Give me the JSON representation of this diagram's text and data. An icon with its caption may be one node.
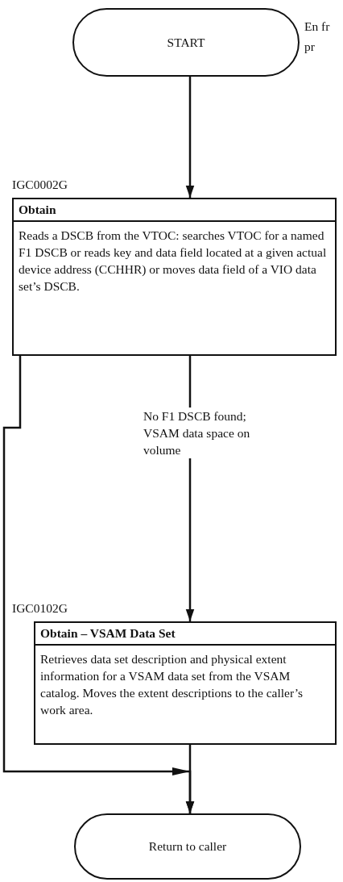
{
  "diagram": {
    "nodes": [
      {
        "text": [
          "START"
        ]
      },
      {
        "text": [
          "Obtain",
          "Reads a DSCB from the VTOC: searches VTOC for a named F1 DSCB or reads key and data field located at a given actual device address (CCHHR) or moves data field of a VIO data set’s DSCB."
        ],
        "beside": [
          "IGC0002G"
        ]
      },
      {
        "text": [
          "Obtain – VSAM Data Set",
          "Retrieves data set description and physical extent information for a VSAM data set from the VSAM catalog.  Moves the extent descriptions to the caller’s work area."
        ],
        "beside": [
          "IGC0102G"
        ]
      },
      {
        "text": [
          "Return to caller"
        ]
      }
    ],
    "edges": [
      {
        "from": 0,
        "to": 1,
        "arrow": "to"
      },
      {
        "from": 1,
        "to": 2,
        "arrow": "to",
        "label": "No F1 DSCB found; VSAM data space on volume"
      },
      {
        "from": 1,
        "to": 3,
        "arrow": "to"
      },
      {
        "from": 2,
        "to": 3,
        "arrow": "to"
      }
    ],
    "labels": [
      "En fr pr"
    ]
  }
}
